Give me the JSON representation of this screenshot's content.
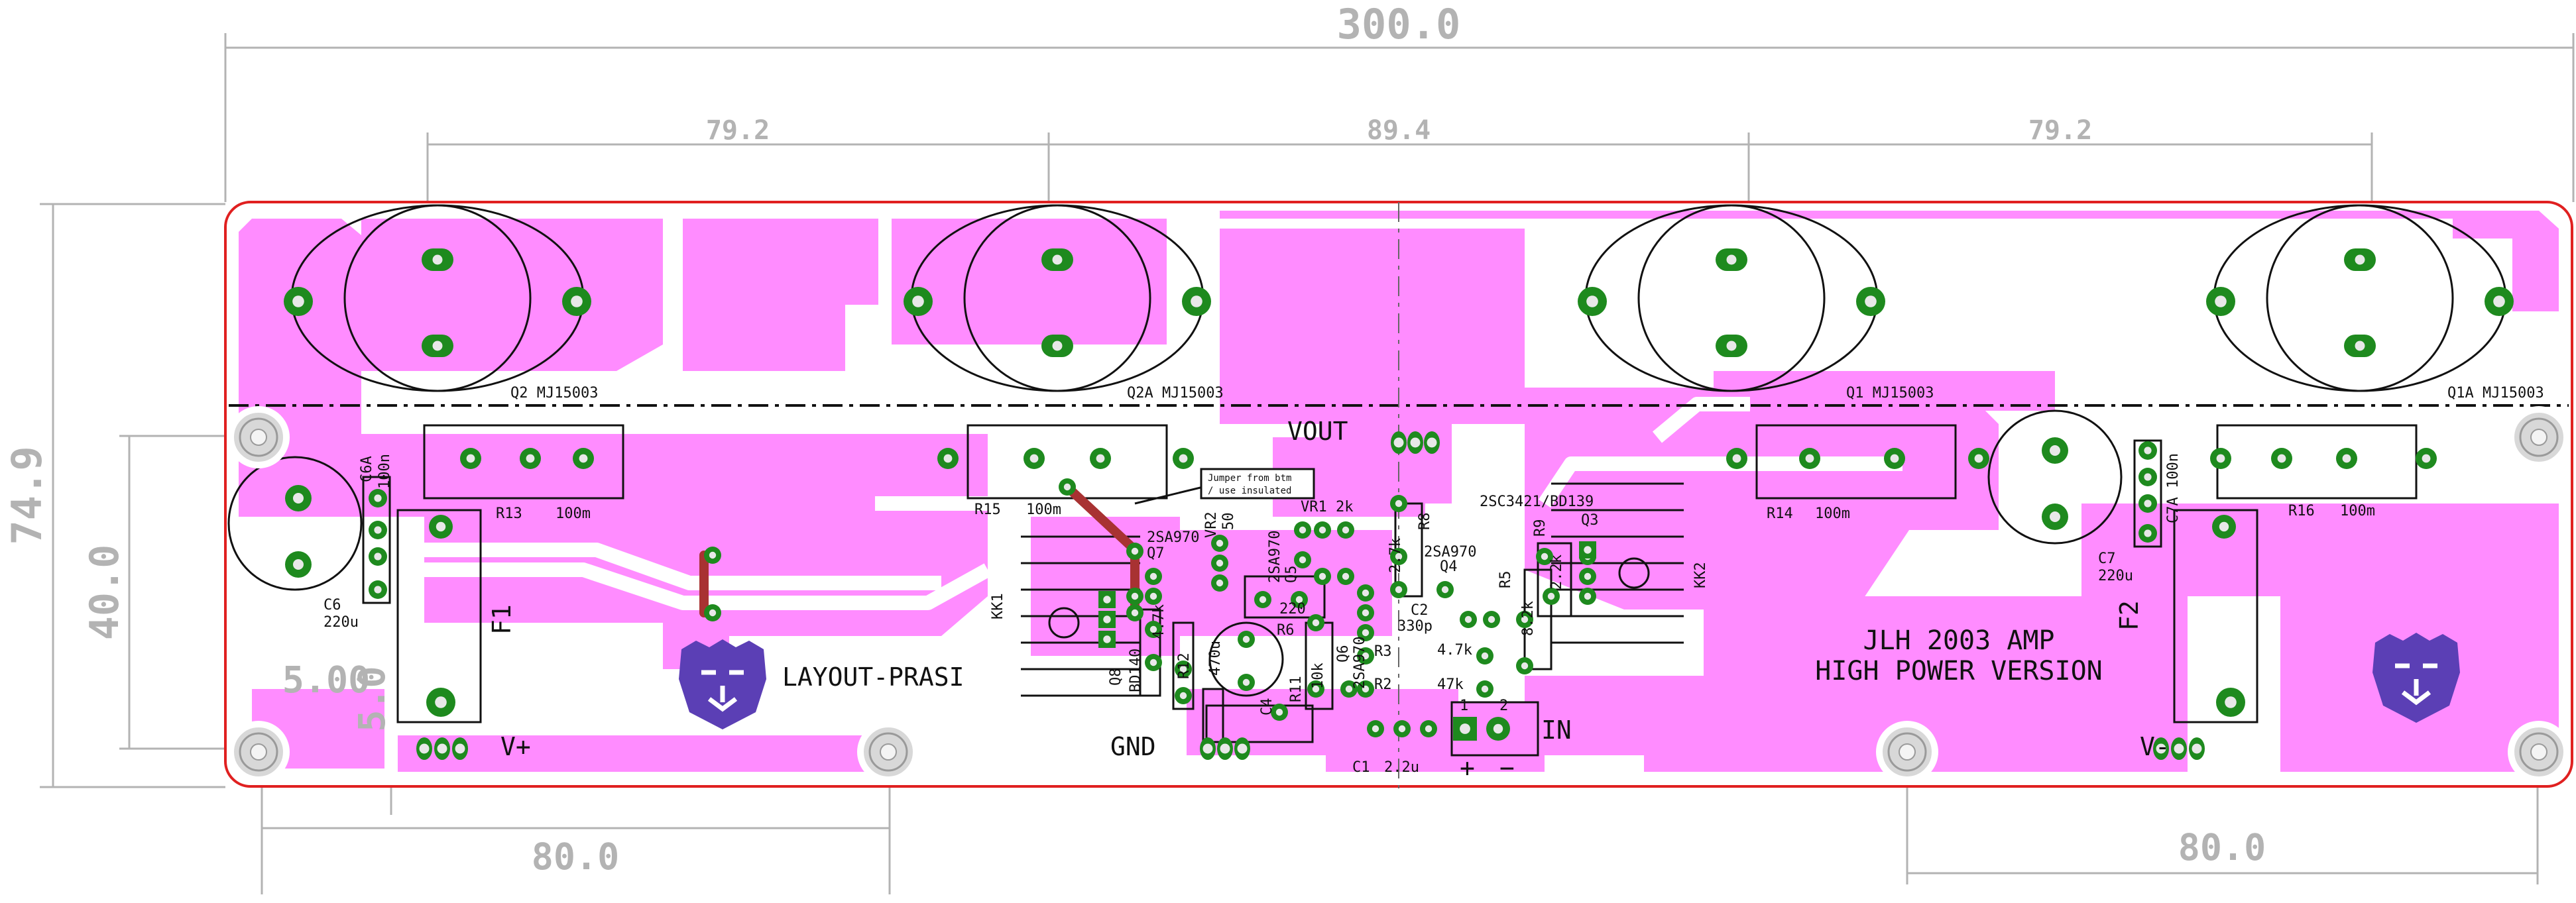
{
  "board": {
    "title_line1": "JLH 2003 AMP",
    "title_line2": "HIGH POWER VERSION",
    "logo_text": "LAYOUT-PRASI",
    "jumper_note_line1": "Jumper from btm",
    "jumper_note_line2": "/ use insulated"
  },
  "dimensions": {
    "overall_width": "300.0",
    "overall_height": "74.9",
    "spacing_a": "79.2",
    "spacing_b": "89.4",
    "spacing_c": "79.2",
    "hole_vertical": "40.0",
    "offset_x": "5.00",
    "offset_y": "5.0",
    "hole_left_span": "80.0",
    "hole_right_span": "80.0"
  },
  "connectors": {
    "vout": "VOUT",
    "gnd": "GND",
    "vplus": "V+",
    "vminus": "V-",
    "in": "IN",
    "in_plus": "+",
    "in_minus": "−"
  },
  "labels": {
    "q2": "Q2 MJ15003",
    "q2a": "Q2A MJ15003",
    "q1": "Q1 MJ15003",
    "q1a": "Q1A MJ15003",
    "r13": "R13",
    "r13v": "100m",
    "r15": "R15",
    "r15v": "100m",
    "r14": "R14",
    "r14v": "100m",
    "r16": "R16",
    "r16v": "100m",
    "c6a": "C6A",
    "c6a_v": "100n",
    "c6": "C6",
    "c6_v": "220u",
    "c7": "C7",
    "c7_v": "220u",
    "c7a": "C7A 100n",
    "f1": "F1",
    "f2": "F2",
    "kk1": "KK1",
    "kk2": "KK2",
    "vr1": "VR1 2k",
    "vr2": "VR2",
    "vr2_v": "50",
    "r8": "R8",
    "r8_v": "2.7k",
    "q3_part": "2SC3421/BD139",
    "q3": "Q3",
    "r9": "R9",
    "r9_v": "2.2k",
    "q4_part": "2SA970",
    "q4": "Q4",
    "r5": "R5",
    "r5_v": "8.2k",
    "c2": "C2",
    "c2_v": "330p",
    "r3_v": "4.7k",
    "r3": "R3",
    "r2": "R2",
    "r2_v": "47k",
    "q7_part": "2SA970",
    "q7": "Q7",
    "q5": "Q5",
    "q5_part": "2SA970",
    "r6": "R6",
    "r6_v": "220",
    "q6": "Q6",
    "q6_part": "2SA970",
    "r11": "R11",
    "r11_v": "10k",
    "r12": "R12",
    "r12_v": "4.7k",
    "q8": "Q8",
    "q8_part": "BD140",
    "c4": "C4",
    "c4_v": "470u",
    "c1": "C1",
    "c1_v": "2.2u",
    "j1": "1",
    "j2": "2"
  },
  "colors": {
    "copper": "#ff8cff",
    "pad": "#1e8a1e",
    "pad_hole": "#e8e8e8",
    "outline": "#e02020",
    "jumper": "#a83232",
    "dimension": "#b3b3b3",
    "logo": "#5b3fb5"
  }
}
